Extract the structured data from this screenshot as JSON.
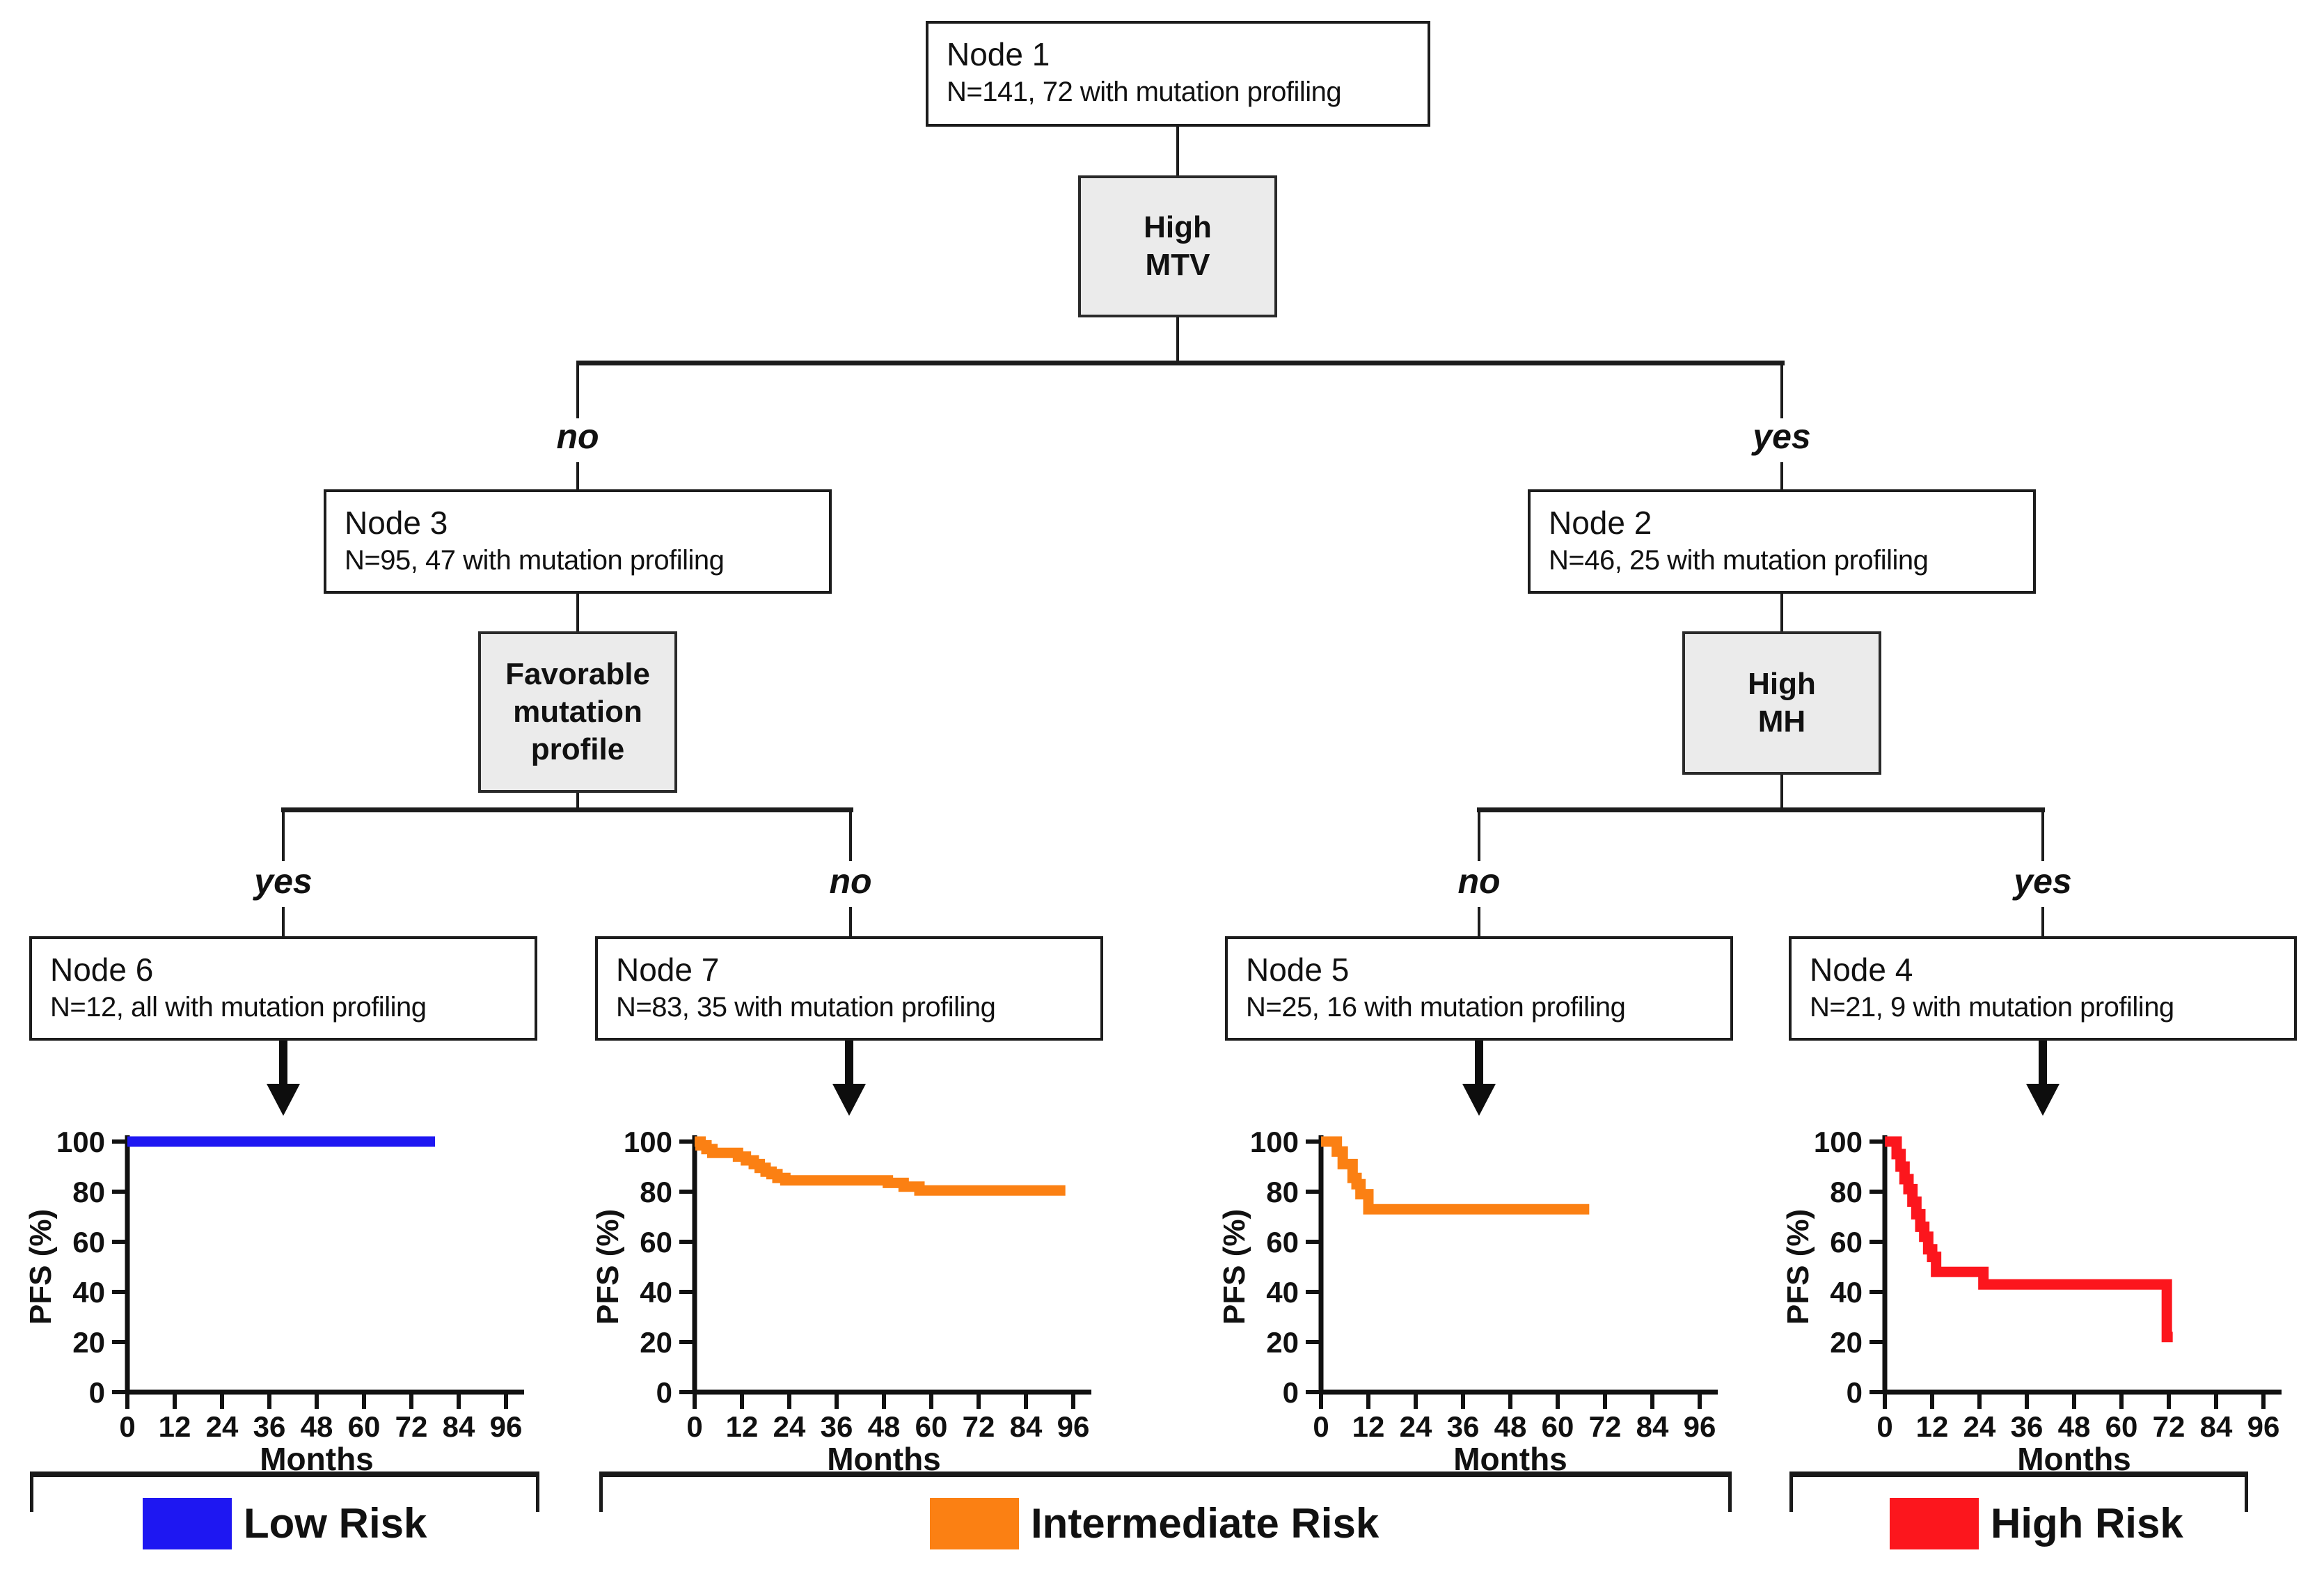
{
  "tree": {
    "nodes": {
      "node1": {
        "title": "Node 1",
        "subtitle": "N=141, 72 with mutation profiling"
      },
      "node3": {
        "title": "Node 3",
        "subtitle": "N=95, 47 with mutation profiling"
      },
      "node2": {
        "title": "Node 2",
        "subtitle": "N=46, 25 with mutation profiling"
      },
      "node6": {
        "title": "Node 6",
        "subtitle": "N=12, all with mutation profiling"
      },
      "node7": {
        "title": "Node 7",
        "subtitle": "N=83, 35 with mutation profiling"
      },
      "node5": {
        "title": "Node 5",
        "subtitle": "N=25, 16 with mutation profiling"
      },
      "node4": {
        "title": "Node 4",
        "subtitle": "N=21, 9 with mutation profiling"
      }
    },
    "decisions": {
      "mtv": {
        "lines": [
          "High",
          "MTV"
        ]
      },
      "mutation": {
        "lines": [
          "Favorable",
          "mutation",
          "profile"
        ]
      },
      "mh": {
        "lines": [
          "High",
          "MH"
        ]
      }
    },
    "branches": {
      "mtv_no": "no",
      "mtv_yes": "yes",
      "mut_yes": "yes",
      "mut_no": "no",
      "mh_no": "no",
      "mh_yes": "yes"
    }
  },
  "chart_data": [
    {
      "type": "line",
      "style": "step",
      "node": "Node 6",
      "risk_group": "Low Risk",
      "color": "#1e17f2",
      "title": "",
      "xlabel": "Months",
      "ylabel": "PFS (%)",
      "xticks": [
        0,
        12,
        24,
        36,
        48,
        60,
        72,
        84,
        96
      ],
      "yticks": [
        0,
        20,
        40,
        60,
        80,
        100
      ],
      "xlim": [
        0,
        100
      ],
      "ylim": [
        0,
        100
      ],
      "points": [
        [
          0,
          100
        ],
        [
          78,
          100
        ]
      ]
    },
    {
      "type": "line",
      "style": "step",
      "node": "Node 7",
      "risk_group": "Intermediate Risk",
      "color": "#fb8013",
      "title": "",
      "xlabel": "Months",
      "ylabel": "PFS (%)",
      "xticks": [
        0,
        12,
        24,
        36,
        48,
        60,
        72,
        84,
        96
      ],
      "yticks": [
        0,
        20,
        40,
        60,
        80,
        100
      ],
      "xlim": [
        0,
        100
      ],
      "ylim": [
        0,
        100
      ],
      "points": [
        [
          0,
          100
        ],
        [
          1.5,
          98.5
        ],
        [
          3,
          97
        ],
        [
          4.5,
          95.5
        ],
        [
          11,
          94
        ],
        [
          13,
          92.5
        ],
        [
          15,
          91
        ],
        [
          16.5,
          89.5
        ],
        [
          18,
          88
        ],
        [
          19.5,
          87
        ],
        [
          21,
          85.5
        ],
        [
          23,
          84.5
        ],
        [
          49,
          83.5
        ],
        [
          53,
          82
        ],
        [
          57,
          80.5
        ],
        [
          94,
          80.5
        ]
      ]
    },
    {
      "type": "line",
      "style": "step",
      "node": "Node 5",
      "risk_group": "Intermediate Risk",
      "color": "#fb8013",
      "title": "",
      "xlabel": "Months",
      "ylabel": "PFS (%)",
      "xticks": [
        0,
        12,
        24,
        36,
        48,
        60,
        72,
        84,
        96
      ],
      "yticks": [
        0,
        20,
        40,
        60,
        80,
        100
      ],
      "xlim": [
        0,
        100
      ],
      "ylim": [
        0,
        100
      ],
      "points": [
        [
          0,
          100
        ],
        [
          4,
          96
        ],
        [
          5.5,
          91
        ],
        [
          8,
          85.5
        ],
        [
          9,
          83
        ],
        [
          10,
          79
        ],
        [
          12,
          73
        ],
        [
          68,
          73
        ]
      ]
    },
    {
      "type": "line",
      "style": "step",
      "node": "Node 4",
      "risk_group": "High Risk",
      "color": "#fc161d",
      "title": "",
      "xlabel": "Months",
      "ylabel": "PFS (%)",
      "xticks": [
        0,
        12,
        24,
        36,
        48,
        60,
        72,
        84,
        96
      ],
      "yticks": [
        0,
        20,
        40,
        60,
        80,
        100
      ],
      "xlim": [
        0,
        100
      ],
      "ylim": [
        0,
        100
      ],
      "points": [
        [
          0,
          100
        ],
        [
          3,
          95
        ],
        [
          4,
          90
        ],
        [
          5,
          85
        ],
        [
          6,
          81
        ],
        [
          7,
          76
        ],
        [
          8,
          71
        ],
        [
          9,
          66
        ],
        [
          10,
          62
        ],
        [
          11,
          57
        ],
        [
          12,
          54
        ],
        [
          13,
          48
        ],
        [
          24,
          48
        ],
        [
          25,
          43
        ],
        [
          71.5,
          22
        ],
        [
          73,
          22
        ]
      ]
    }
  ],
  "legend": {
    "items": [
      {
        "label": "Low Risk",
        "color": "#1e17f2"
      },
      {
        "label": "Intermediate Risk",
        "color": "#fb8013"
      },
      {
        "label": "High Risk",
        "color": "#fc161d"
      }
    ]
  }
}
